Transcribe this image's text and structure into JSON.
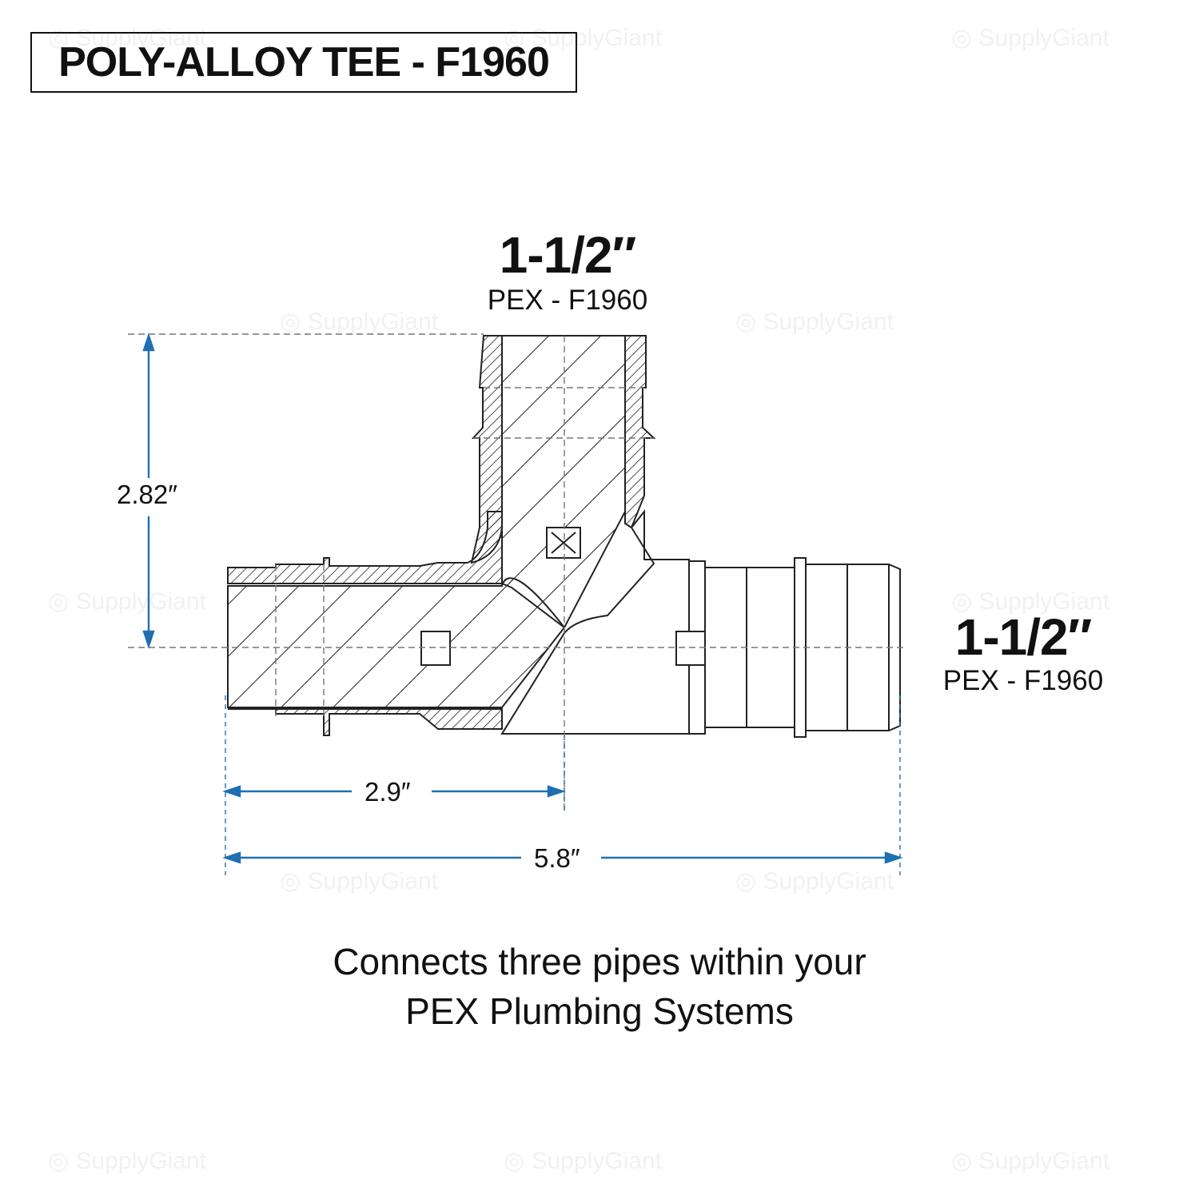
{
  "title": "POLY-ALLOY TEE - F1960",
  "top_port": {
    "size": "1-1/2″",
    "standard": "PEX - F1960"
  },
  "right_port": {
    "size": "1-1/2″",
    "standard": "PEX - F1960"
  },
  "dimensions": {
    "height": "2.82″",
    "half_length": "2.9″",
    "total_length": "5.8″"
  },
  "caption": {
    "line1": "Connects three pipes within your",
    "line2": "PEX Plumbing Systems"
  },
  "watermark_text": "SupplyGiant",
  "colors": {
    "dimension": "#1f6fb2",
    "line": "#222222",
    "watermark": "#eeeeee"
  }
}
